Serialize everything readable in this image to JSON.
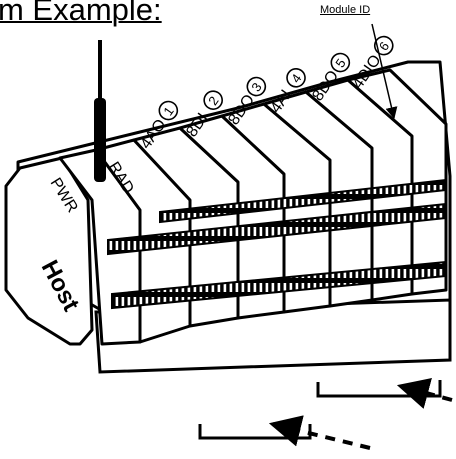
{
  "title": "m Example:",
  "callout": {
    "label": "Module ID"
  },
  "host_label": "Host",
  "modules": [
    {
      "label": "PWR",
      "id": ""
    },
    {
      "label": "RAD",
      "id": ""
    },
    {
      "label": "4AO",
      "id": "1"
    },
    {
      "label": "8DI",
      "id": "2"
    },
    {
      "label": "8DO",
      "id": "3"
    },
    {
      "label": "4AI",
      "id": "4"
    },
    {
      "label": "8DO",
      "id": "5"
    },
    {
      "label": "4DIO",
      "id": "6"
    }
  ]
}
